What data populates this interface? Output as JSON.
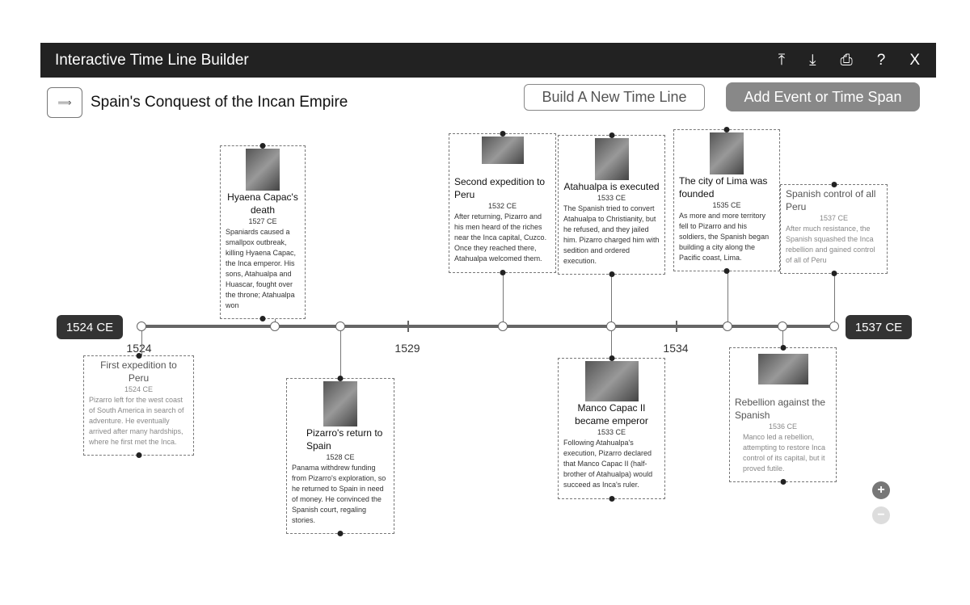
{
  "app": {
    "title": "Interactive Time Line Builder",
    "icons": [
      "upload-icon",
      "download-icon",
      "print-icon",
      "help-icon",
      "close-icon"
    ],
    "icon_glyphs": [
      "⤒",
      "⤓",
      "⎙",
      "?",
      "X"
    ]
  },
  "timeline": {
    "name": "Spain's Conquest of the Incan Empire",
    "icon_label": "⟹"
  },
  "buttons": {
    "new": "Build A New Time Line",
    "add": "Add Event or Time Span"
  },
  "axis": {
    "start": "1524 CE",
    "end": "1537 CE",
    "ticks": [
      "1524",
      "1529",
      "1534"
    ]
  },
  "events": [
    {
      "title": "Hyaena Capac's death",
      "date": "1527 CE",
      "text": "Spaniards caused a smallpox outbreak, killing Hyaena Capac, the Inca emperor. His sons, Atahualpa and Huascar, fought over the throne; Atahualpa won"
    },
    {
      "title": "Second expedition to Peru",
      "date": "1532 CE",
      "text": "After returning, Pizarro and his men heard of the riches near the Inca capital, Cuzco. Once they reached there, Atahualpa welcomed them."
    },
    {
      "title": "Atahualpa is executed",
      "date": "1533 CE",
      "text": "The Spanish tried to convert Atahualpa to Christianity, but he refused, and they jailed him. Pizarro charged him with sedition and ordered execution."
    },
    {
      "title": "The city of Lima was founded",
      "date": "1535 CE",
      "text": "As more and more territory fell to Pizarro and his soldiers, the Spanish began building a city along the Pacific coast, Lima."
    },
    {
      "title": "Spanish control of all Peru",
      "date": "1537 CE",
      "text": "After much resistance, the Spanish squashed the Inca rebellion and gained control of all of Peru"
    },
    {
      "title": "First expedition to Peru",
      "date": "1524 CE",
      "text": "Pizarro left for the west coast of South America in search of adventure. He eventually arrived after many hardships, where he first met the Inca."
    },
    {
      "title": "Pizarro's return to Spain",
      "date": "1528 CE",
      "text": "Panama withdrew funding from Pizarro's exploration, so he returned to Spain in need of money. He convinced the Spanish court, regaling stories."
    },
    {
      "title": "Manco Capac II became emperor",
      "date": "1533 CE",
      "text": "Following Atahualpa's execution, Pizarro declared that Manco Capac II (half-brother of Atahualpa) would succeed as Inca's ruler."
    },
    {
      "title": "Rebellion against the Spanish",
      "date": "1536 CE",
      "text": "Manco led a rebellion, attempting to restore Inca control of its capital, but it proved futile."
    }
  ],
  "zoom": {
    "in": "+",
    "out": "−"
  }
}
